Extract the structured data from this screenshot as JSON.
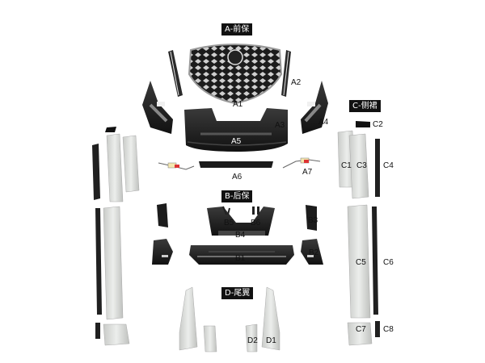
{
  "sections": {
    "a": "A-前保",
    "b": "B-后保",
    "c": "C-侧裙",
    "d": "D-尾翼"
  },
  "parts": {
    "a1": "A1",
    "a2": "A2",
    "a3": "A3",
    "a4": "A4",
    "a5": "A5",
    "a6": "A6",
    "a7": "A7",
    "b1": "B1",
    "b2": "B2",
    "b3": "B3",
    "b4": "B4",
    "b5": "B5",
    "b6": "B6",
    "c1": "C1",
    "c2": "C2",
    "c3": "C3",
    "c4": "C4",
    "c5": "C5",
    "c6": "C6",
    "c7": "C7",
    "c8": "C8",
    "d1": "D1",
    "d2": "D2"
  },
  "colors": {
    "dark_part": "#1e1e1e",
    "silver_part": "#d4d6d3",
    "chrome": "#b8b8b8"
  }
}
